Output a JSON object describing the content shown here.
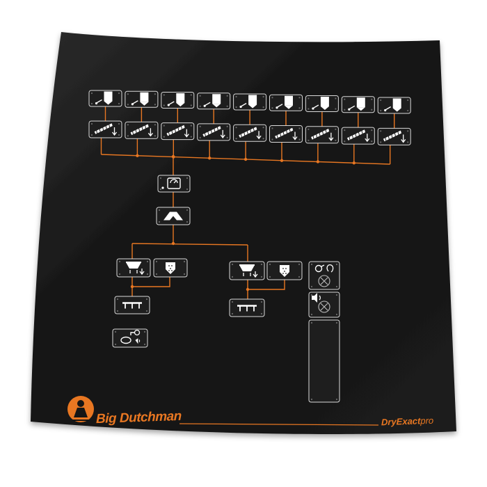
{
  "brand": {
    "name": "Big Dutchman",
    "product_main": "DryExact",
    "product_suffix": "pro"
  },
  "colors": {
    "panel": "#151515",
    "panel_edge": "#2a2a2a",
    "line": "#e87722",
    "box_stroke": "#d9d9d9",
    "box_fill": "#1e1e1e",
    "icon": "#ffffff",
    "accent": "#e87722"
  },
  "icons": {
    "silo": "silo-dispense-icon",
    "auger": "auger-conveyor-icon",
    "scale": "weighing-scale-icon",
    "mixer": "mixer-icon",
    "hopper": "hopper-discharge-icon",
    "dispenser": "dispenser-icon",
    "trough": "feed-trough-icon",
    "pump": "water-pump-icon",
    "sensor": "sensor-icon",
    "speaker": "speaker-icon",
    "alarm": "alarm-cross-icon"
  }
}
